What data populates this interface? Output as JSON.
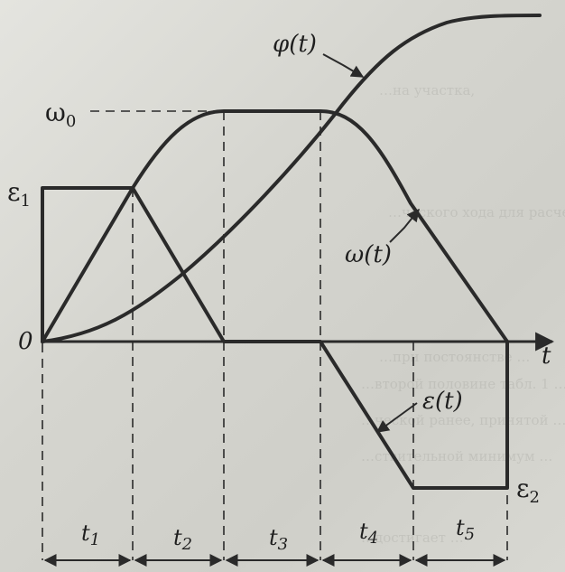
{
  "labels": {
    "omega0_main": "ω",
    "omega0_sub": "0",
    "eps1_main": "ε",
    "eps1_sub": "1",
    "eps2_main": "ε",
    "eps2_sub": "2",
    "origin": "0",
    "t_axis": "t",
    "phi_curve": "φ(t)",
    "omega_curve": "ω(t)",
    "eps_curve": "ε(t)"
  },
  "intervals": [
    {
      "main": "t",
      "sub": "1"
    },
    {
      "main": "t",
      "sub": "2"
    },
    {
      "main": "t",
      "sub": "3"
    },
    {
      "main": "t",
      "sub": "4"
    },
    {
      "main": "t",
      "sub": "5"
    }
  ],
  "colors": {
    "ink": "#2a2a2a",
    "paper": "#d9d9d4"
  }
}
